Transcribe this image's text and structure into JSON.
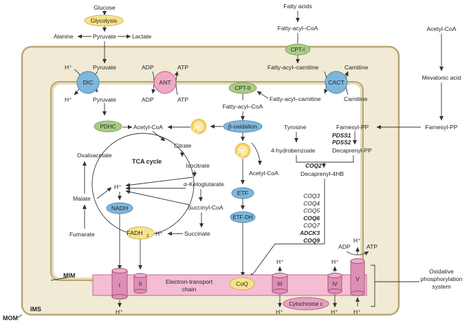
{
  "colors": {
    "outer_membrane_fill": "#f1ead4",
    "outer_membrane_stroke": "#b8a676",
    "inner_membrane_fill": "#e6dab6",
    "yellow_oval": "#f7e38a",
    "green_oval": "#a9cc85",
    "pink_circle": "#f0a8c4",
    "blue_oval": "#7fb7dc",
    "etc_band": "#f4bdd4",
    "etc_complex": "#de8fb6"
  },
  "top": {
    "glucose": "Glucose",
    "glycolysis": "Glycolysis",
    "alanine": "Alanine",
    "pyruvate": "Pyruvate",
    "lactate": "Lactate",
    "fatty_acids": "Fatty acids",
    "fatty_acyl_coa": "Fatty-acyl–CoA",
    "cpt1": "CPT-I",
    "acetyl_coa": "Acetyl-CoA",
    "mevalonic_acid": "Mevalonic acid",
    "farnesyl_pp": "Farnesyl-PP"
  },
  "transport": {
    "h_plus": "H⁺",
    "pyruvate": "Pyruvate",
    "dic": "DIC",
    "adp": "ADP",
    "atp": "ATP",
    "ant": "ANT",
    "fatty_acyl_carnitine": "Fatty-acyl–carnitine",
    "carnitine": "Carnitine",
    "cact": "CACT",
    "cpt2": "CPT-II",
    "fatty_acyl_coa": "Fatty-acyl–CoA"
  },
  "matrix": {
    "pdhc": "PDHC",
    "acetyl_coa": "Acetyl-CoA",
    "beta_oxidation": "β-oxidation",
    "citrate": "Citrate",
    "oxaloacetate": "Oxaloacetate",
    "tca_cycle": "TCA cycle",
    "isocitrate": "Isocitrate",
    "alpha_kg": "α-Ketoglutarate",
    "h_plus": "H⁺",
    "malate": "Malate",
    "nadh": "NADH",
    "succinyl_coa": "Succinyl-CoA",
    "fumarate": "Fumarate",
    "fadh2_base": "FADH",
    "fadh2_sub": "2",
    "succinate": "Succinate",
    "acetyl_coa_right": "Acetyl-CoA",
    "etf": "ETF",
    "etf_dh": "ETF-DH"
  },
  "coq": {
    "tyrosine": "Tyrosine",
    "farnesyl_pp": "Farnesyl-PP",
    "pdss1": "PDSS1",
    "pdss2": "PDSS2",
    "hydroxybenzoate": "4-hydrobenzoate",
    "decaprenyl_pp": "Decaprenyl-PP",
    "coq2": "COQ2",
    "decaprenyl_4hb": "Decaprenyl-4HB",
    "genes": [
      {
        "label": "COQ3",
        "bold": false
      },
      {
        "label": "COQ4",
        "bold": false
      },
      {
        "label": "COQ5",
        "bold": false
      },
      {
        "label": "COQ6",
        "bold": true
      },
      {
        "label": "COQ7",
        "bold": false
      },
      {
        "label": "ADCK3",
        "bold": true
      },
      {
        "label": "COQ9",
        "bold": true
      }
    ]
  },
  "etc": {
    "complex_i": "I",
    "complex_ii": "II",
    "chain_line1": "Electron-transport",
    "chain_line2": "chain",
    "coq": "CoQ",
    "complex_iii": "III",
    "complex_iv": "IV",
    "complex_v": "V",
    "cytochrome_c": "Cytochrome c",
    "adp": "ADP",
    "atp": "ATP",
    "h_plus": "H⁺",
    "oxphos_line1": "Oxidative",
    "oxphos_line2": "phosphorylation",
    "oxphos_line3": "system"
  },
  "labels": {
    "mim": "MIM",
    "mom": "MOM",
    "ims": "IMS"
  }
}
